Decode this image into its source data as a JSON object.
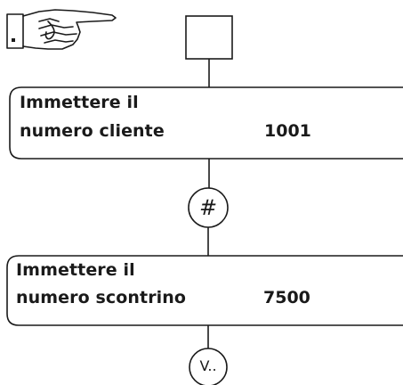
{
  "step1": {
    "key_label": "",
    "prompt_line1": "Immettere il",
    "prompt_line2": "numero cliente",
    "value": "1001"
  },
  "step2": {
    "key_label": "#",
    "prompt_line1": "Immettere il",
    "prompt_line2": "numero scontrino",
    "value": "7500"
  },
  "step3": {
    "key_label": "V.."
  },
  "icons": {
    "hand": "pointing-hand-icon"
  },
  "colors": {
    "line": "#1a1a1a",
    "background": "#ffffff"
  }
}
